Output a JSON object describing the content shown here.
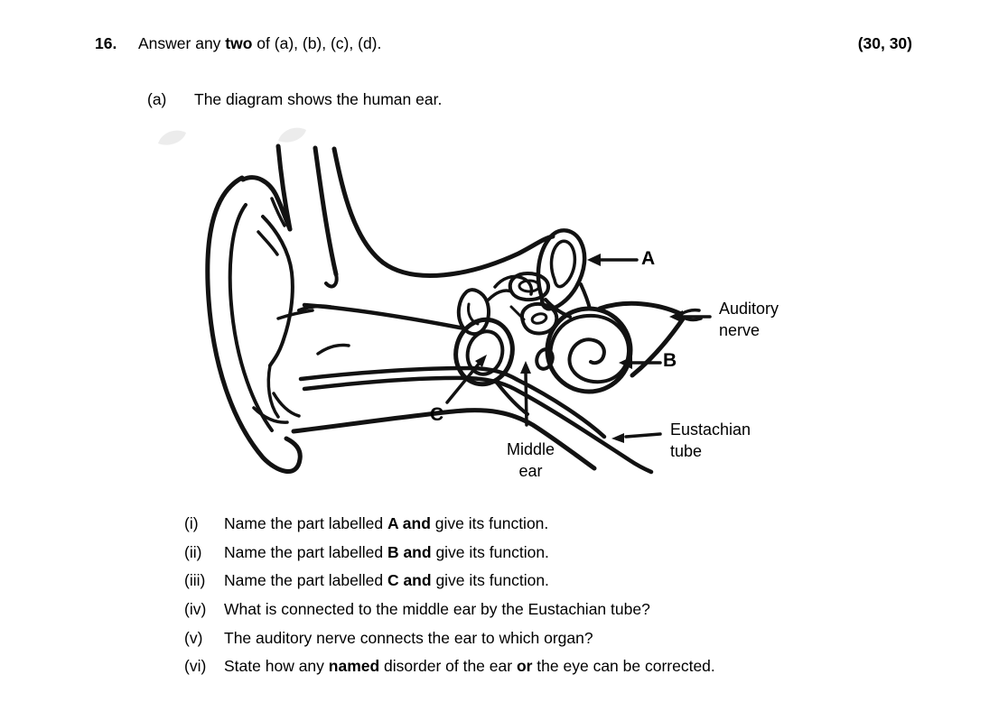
{
  "header": {
    "question_number": "16.",
    "prompt_pre": "Answer any ",
    "prompt_bold": "two",
    "prompt_post": " of (a), (b), (c), (d).",
    "marks": "(30, 30)"
  },
  "subquestion": {
    "label": "(a)",
    "text": "The diagram shows the human ear."
  },
  "diagram": {
    "ink_color": "#121212",
    "labels": {
      "a": "A",
      "b": "B",
      "c": "C",
      "middle_ear_line1": "Middle",
      "middle_ear_line2": "ear",
      "auditory_nerve_line1": "Auditory",
      "auditory_nerve_line2": "nerve",
      "eustachian_line1": "Eustachian",
      "eustachian_line2": "tube"
    }
  },
  "questions": {
    "items": [
      {
        "num": "(i)",
        "pre": "Name the part labelled ",
        "bold": "A and",
        "mid": " give its function.",
        "bold2": "",
        "post": ""
      },
      {
        "num": "(ii)",
        "pre": "Name the part labelled ",
        "bold": "B and",
        "mid": " give its function.",
        "bold2": "",
        "post": ""
      },
      {
        "num": "(iii)",
        "pre": "Name the part labelled ",
        "bold": "C and",
        "mid": " give its function.",
        "bold2": "",
        "post": ""
      },
      {
        "num": "(iv)",
        "pre": "What is connected to the middle ear by the Eustachian tube?",
        "bold": "",
        "mid": "",
        "bold2": "",
        "post": ""
      },
      {
        "num": "(v)",
        "pre": "The auditory nerve connects the ear to which organ?",
        "bold": "",
        "mid": "",
        "bold2": "",
        "post": ""
      },
      {
        "num": "(vi)",
        "pre": "State how any ",
        "bold": "named",
        "mid": " disorder of the ear ",
        "bold2": "or",
        "post": " the eye can be corrected."
      }
    ]
  }
}
